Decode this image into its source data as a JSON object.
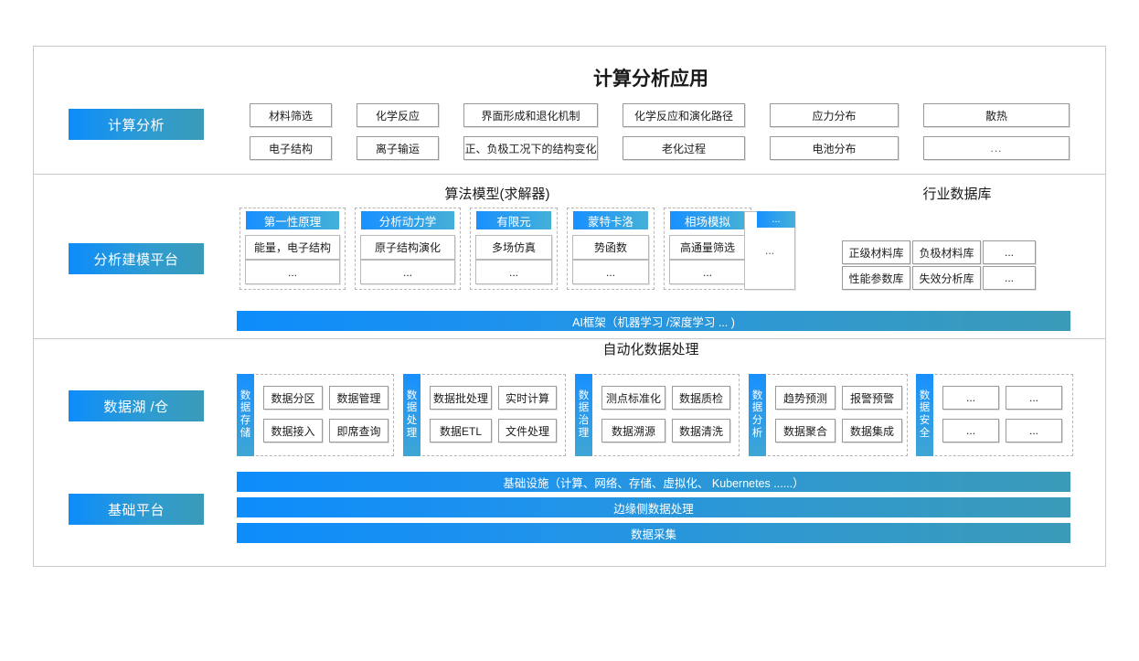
{
  "diagram": {
    "title": "计算分析应用",
    "sections": {
      "compute": {
        "side_label": "计算分析",
        "row1": [
          "材料筛选",
          "化学反应",
          "界面形成和退化机制",
          "化学反应和演化路径",
          "应力分布",
          "散热"
        ],
        "row2": [
          "电子结构",
          "离子输运",
          "正、负极工况下的结构变化",
          "老化过程",
          "电池分布",
          "..."
        ]
      },
      "modeling": {
        "side_label": "分析建模平台",
        "algorithm_title": "算法模型(求解器)",
        "database_title": "行业数据库",
        "algorithms": [
          {
            "head": "第一性原理",
            "cells": [
              "能量，电子结构",
              "..."
            ]
          },
          {
            "head": "分析动力学",
            "cells": [
              "原子结构演化",
              "..."
            ]
          },
          {
            "head": "有限元",
            "cells": [
              "多场仿真",
              "..."
            ]
          },
          {
            "head": "蒙特卡洛",
            "cells": [
              "势函数",
              "..."
            ]
          },
          {
            "head": "相场模拟",
            "cells": [
              "高通量筛选",
              "..."
            ]
          }
        ],
        "algorithm_more_head": "...",
        "algorithm_more_body": "...",
        "databases_row1": [
          "正级材料库",
          "负极材料库",
          "..."
        ],
        "databases_row2": [
          "性能参数库",
          "失效分析库",
          "..."
        ],
        "ai_bar": "AI框架（机器学习 /深度学习 ... )"
      },
      "data": {
        "side_label": "数据湖 /仓",
        "title": "自动化数据处理",
        "groups": [
          {
            "vlabel": [
              "数",
              "据",
              "存",
              "储"
            ],
            "cells": [
              "数据分区",
              "数据管理",
              "数据接入",
              "即席查询"
            ]
          },
          {
            "vlabel": [
              "数",
              "据",
              "处",
              "理"
            ],
            "cells": [
              "数据批处理",
              "实时计算",
              "数据ETL",
              "文件处理"
            ]
          },
          {
            "vlabel": [
              "数",
              "据",
              "治",
              "理"
            ],
            "cells": [
              "测点标准化",
              "数据质检",
              "数据溯源",
              "数据清洗"
            ]
          },
          {
            "vlabel": [
              "数",
              "据",
              "分",
              "析"
            ],
            "cells": [
              "趋势预测",
              "报警预警",
              "数据聚合",
              "数据集成"
            ]
          },
          {
            "vlabel": [
              "数",
              "据",
              "安",
              "全"
            ],
            "cells": [
              "...",
              "...",
              "...",
              "..."
            ]
          }
        ]
      },
      "platform": {
        "side_label": "基础平台",
        "bars": [
          "基础设施（计算、网络、存储、虚拟化、 Kubernetes ......）",
          "边缘侧数据处理",
          "数据采集"
        ]
      }
    },
    "colors": {
      "accent_blue": "#0d8cfb",
      "accent_teal": "#3a9ab8",
      "header_blue": "#1890ff",
      "border_gray": "#9a9a9a",
      "dashed_gray": "#b5b5b5",
      "frame_gray": "#c9c9c9"
    }
  }
}
